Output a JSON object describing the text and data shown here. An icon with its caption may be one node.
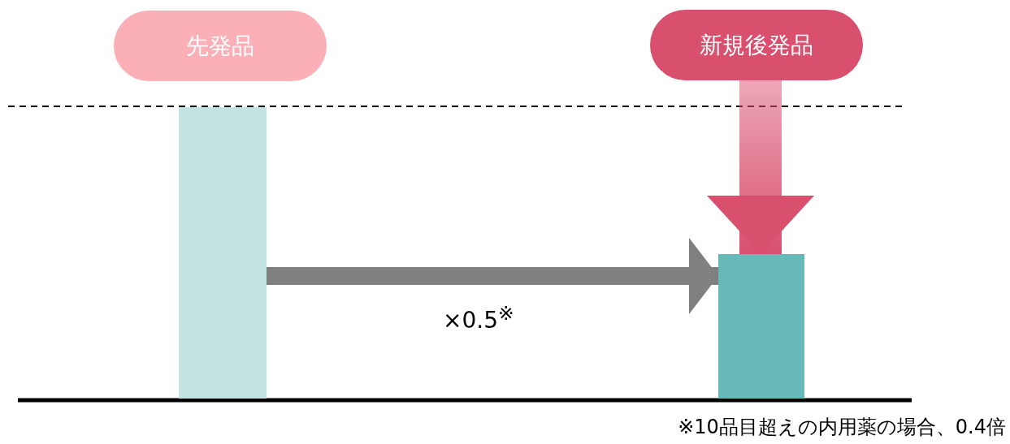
{
  "diagram": {
    "nodes": [
      {
        "text": [
          "先発品"
        ]
      },
      {
        "text": [
          "新規後発品"
        ]
      },
      {
        "text": [],
        "shape": "bar"
      },
      {
        "text": [],
        "shape": "bar"
      }
    ],
    "edges": [
      {
        "from": 2,
        "to": 3,
        "arrow": "to",
        "label": "×0.5$^{※}$",
        "color": "#808080"
      },
      {
        "from": 1,
        "to": 3,
        "arrow": "to",
        "color": "#d9506f"
      }
    ],
    "labels": [
      "※10品目超えの内用薬の場合、0.4倍"
    ]
  }
}
